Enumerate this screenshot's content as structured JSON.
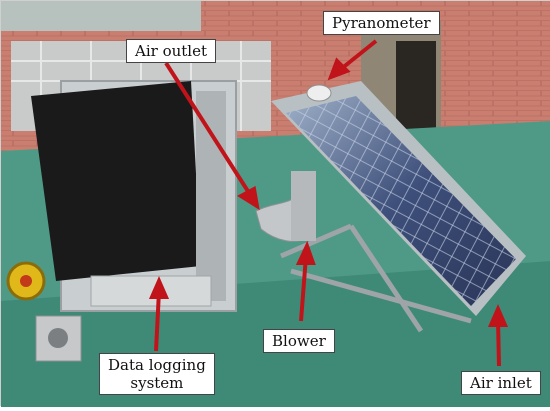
{
  "photo": {
    "colors": {
      "wall": "#c77b6e",
      "ground": "#4f9a86",
      "arrow": "#c0141a"
    }
  },
  "labels": {
    "air_outlet": "Air outlet",
    "pyranometer": "Pyranometer",
    "blower": "Blower",
    "data_logging_line1": "Data logging",
    "data_logging_line2": "system",
    "air_inlet": "Air inlet"
  }
}
